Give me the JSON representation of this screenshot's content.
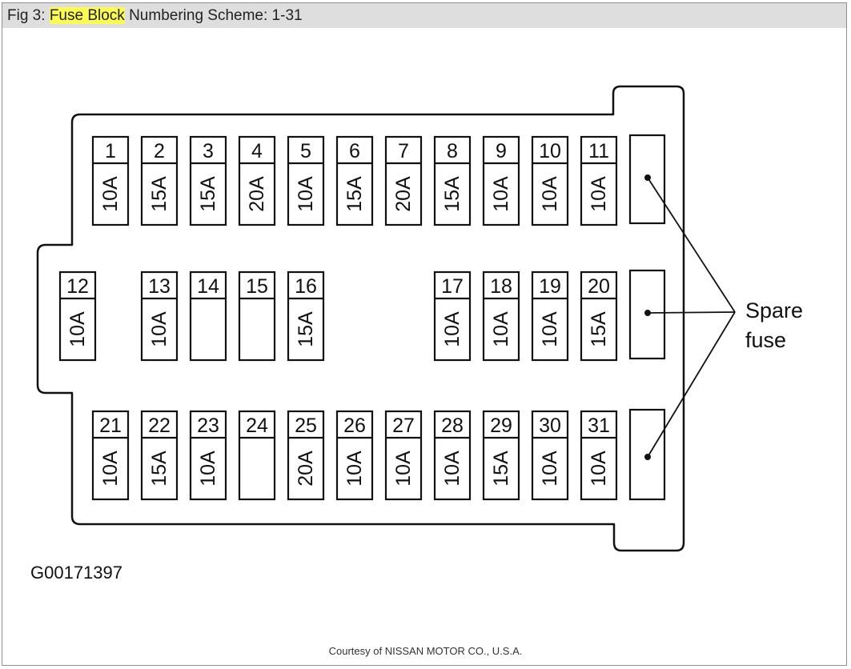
{
  "title": {
    "prefix": "Fig 3: ",
    "highlight": "Fuse Block",
    "suffix": " Numbering Scheme: 1-31"
  },
  "highlight_color": "#fbfb52",
  "fuse_rows": [
    [
      {
        "num": "1",
        "amp": "10A"
      },
      {
        "num": "2",
        "amp": "15A"
      },
      {
        "num": "3",
        "amp": "15A"
      },
      {
        "num": "4",
        "amp": "20A"
      },
      {
        "num": "5",
        "amp": "10A"
      },
      {
        "num": "6",
        "amp": "15A"
      },
      {
        "num": "7",
        "amp": "20A"
      },
      {
        "num": "8",
        "amp": "15A"
      },
      {
        "num": "9",
        "amp": "10A"
      },
      {
        "num": "10",
        "amp": "10A"
      },
      {
        "num": "11",
        "amp": "10A"
      }
    ],
    [
      {
        "num": "12",
        "amp": "10A"
      },
      {
        "num": "13",
        "amp": "10A"
      },
      {
        "num": "14",
        "amp": ""
      },
      {
        "num": "15",
        "amp": ""
      },
      {
        "num": "16",
        "amp": "15A"
      },
      {
        "num": "17",
        "amp": "10A"
      },
      {
        "num": "18",
        "amp": "10A"
      },
      {
        "num": "19",
        "amp": "10A"
      },
      {
        "num": "20",
        "amp": "15A"
      }
    ],
    [
      {
        "num": "21",
        "amp": "10A"
      },
      {
        "num": "22",
        "amp": "15A"
      },
      {
        "num": "23",
        "amp": "10A"
      },
      {
        "num": "24",
        "amp": ""
      },
      {
        "num": "25",
        "amp": "20A"
      },
      {
        "num": "26",
        "amp": "10A"
      },
      {
        "num": "27",
        "amp": "10A"
      },
      {
        "num": "28",
        "amp": "10A"
      },
      {
        "num": "29",
        "amp": "15A"
      },
      {
        "num": "30",
        "amp": "10A"
      },
      {
        "num": "31",
        "amp": "10A"
      }
    ]
  ],
  "spare_label": [
    "Spare",
    "fuse"
  ],
  "figure_id": "G00171397",
  "credit": "Courtesy of NISSAN MOTOR CO., U.S.A."
}
